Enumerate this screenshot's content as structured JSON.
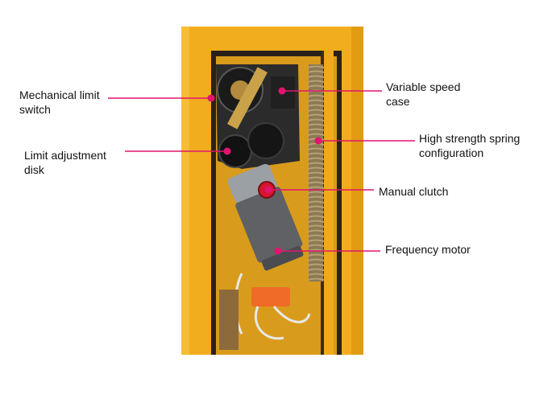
{
  "colors": {
    "housing": "#f2ad1e",
    "housing_dark": "#c98b10",
    "interior": "#1f1a14",
    "leader": "#e0156e",
    "dot": "#e0156e"
  },
  "callouts": [
    {
      "id": "mechanical-limit-switch",
      "lines": [
        "Mechanical limit",
        "switch"
      ]
    },
    {
      "id": "limit-adjustment-disk",
      "lines": [
        "Limit adjustment",
        "disk"
      ]
    },
    {
      "id": "variable-speed-case",
      "lines": [
        "Variable speed",
        "case"
      ]
    },
    {
      "id": "high-strength-spring",
      "lines": [
        "High strength spring",
        "configuration"
      ]
    },
    {
      "id": "manual-clutch",
      "lines": [
        "Manual clutch"
      ]
    },
    {
      "id": "frequency-motor",
      "lines": [
        "Frequency motor"
      ]
    }
  ]
}
